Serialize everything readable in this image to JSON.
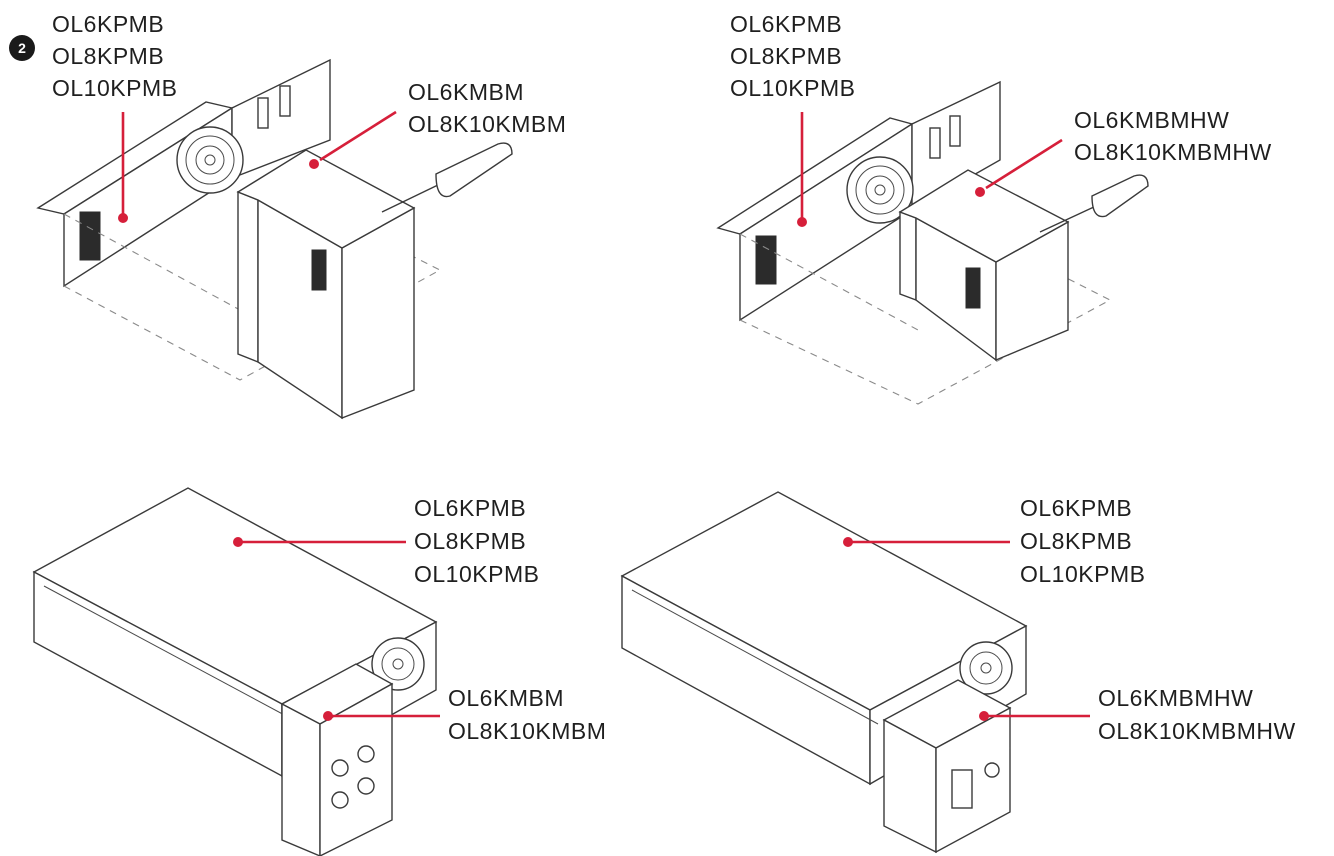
{
  "step_badge": "2",
  "panels": [
    {
      "id": "top-left",
      "pack_labels": [
        "OL6KPMB",
        "OL8KPMB",
        "OL10KPMB"
      ],
      "module_labels": [
        "OL6KMBM",
        "OL8K10KMBM"
      ]
    },
    {
      "id": "top-right",
      "pack_labels": [
        "OL6KPMB",
        "OL8KPMB",
        "OL10KPMB"
      ],
      "module_labels": [
        "OL6KMBMHW",
        "OL8K10KMBMHW"
      ]
    },
    {
      "id": "bottom-left",
      "pack_labels": [
        "OL6KPMB",
        "OL8KPMB",
        "OL10KPMB"
      ],
      "module_labels": [
        "OL6KMBM",
        "OL8K10KMBM"
      ]
    },
    {
      "id": "bottom-right",
      "pack_labels": [
        "OL6KPMB",
        "OL8KPMB",
        "OL10KPMB"
      ],
      "module_labels": [
        "OL6KMBMHW",
        "OL8K10KMBMHW"
      ]
    }
  ],
  "colors": {
    "callout": "#d61f3a",
    "line_art": "#3a3a3a",
    "text": "#1f1f1f"
  }
}
